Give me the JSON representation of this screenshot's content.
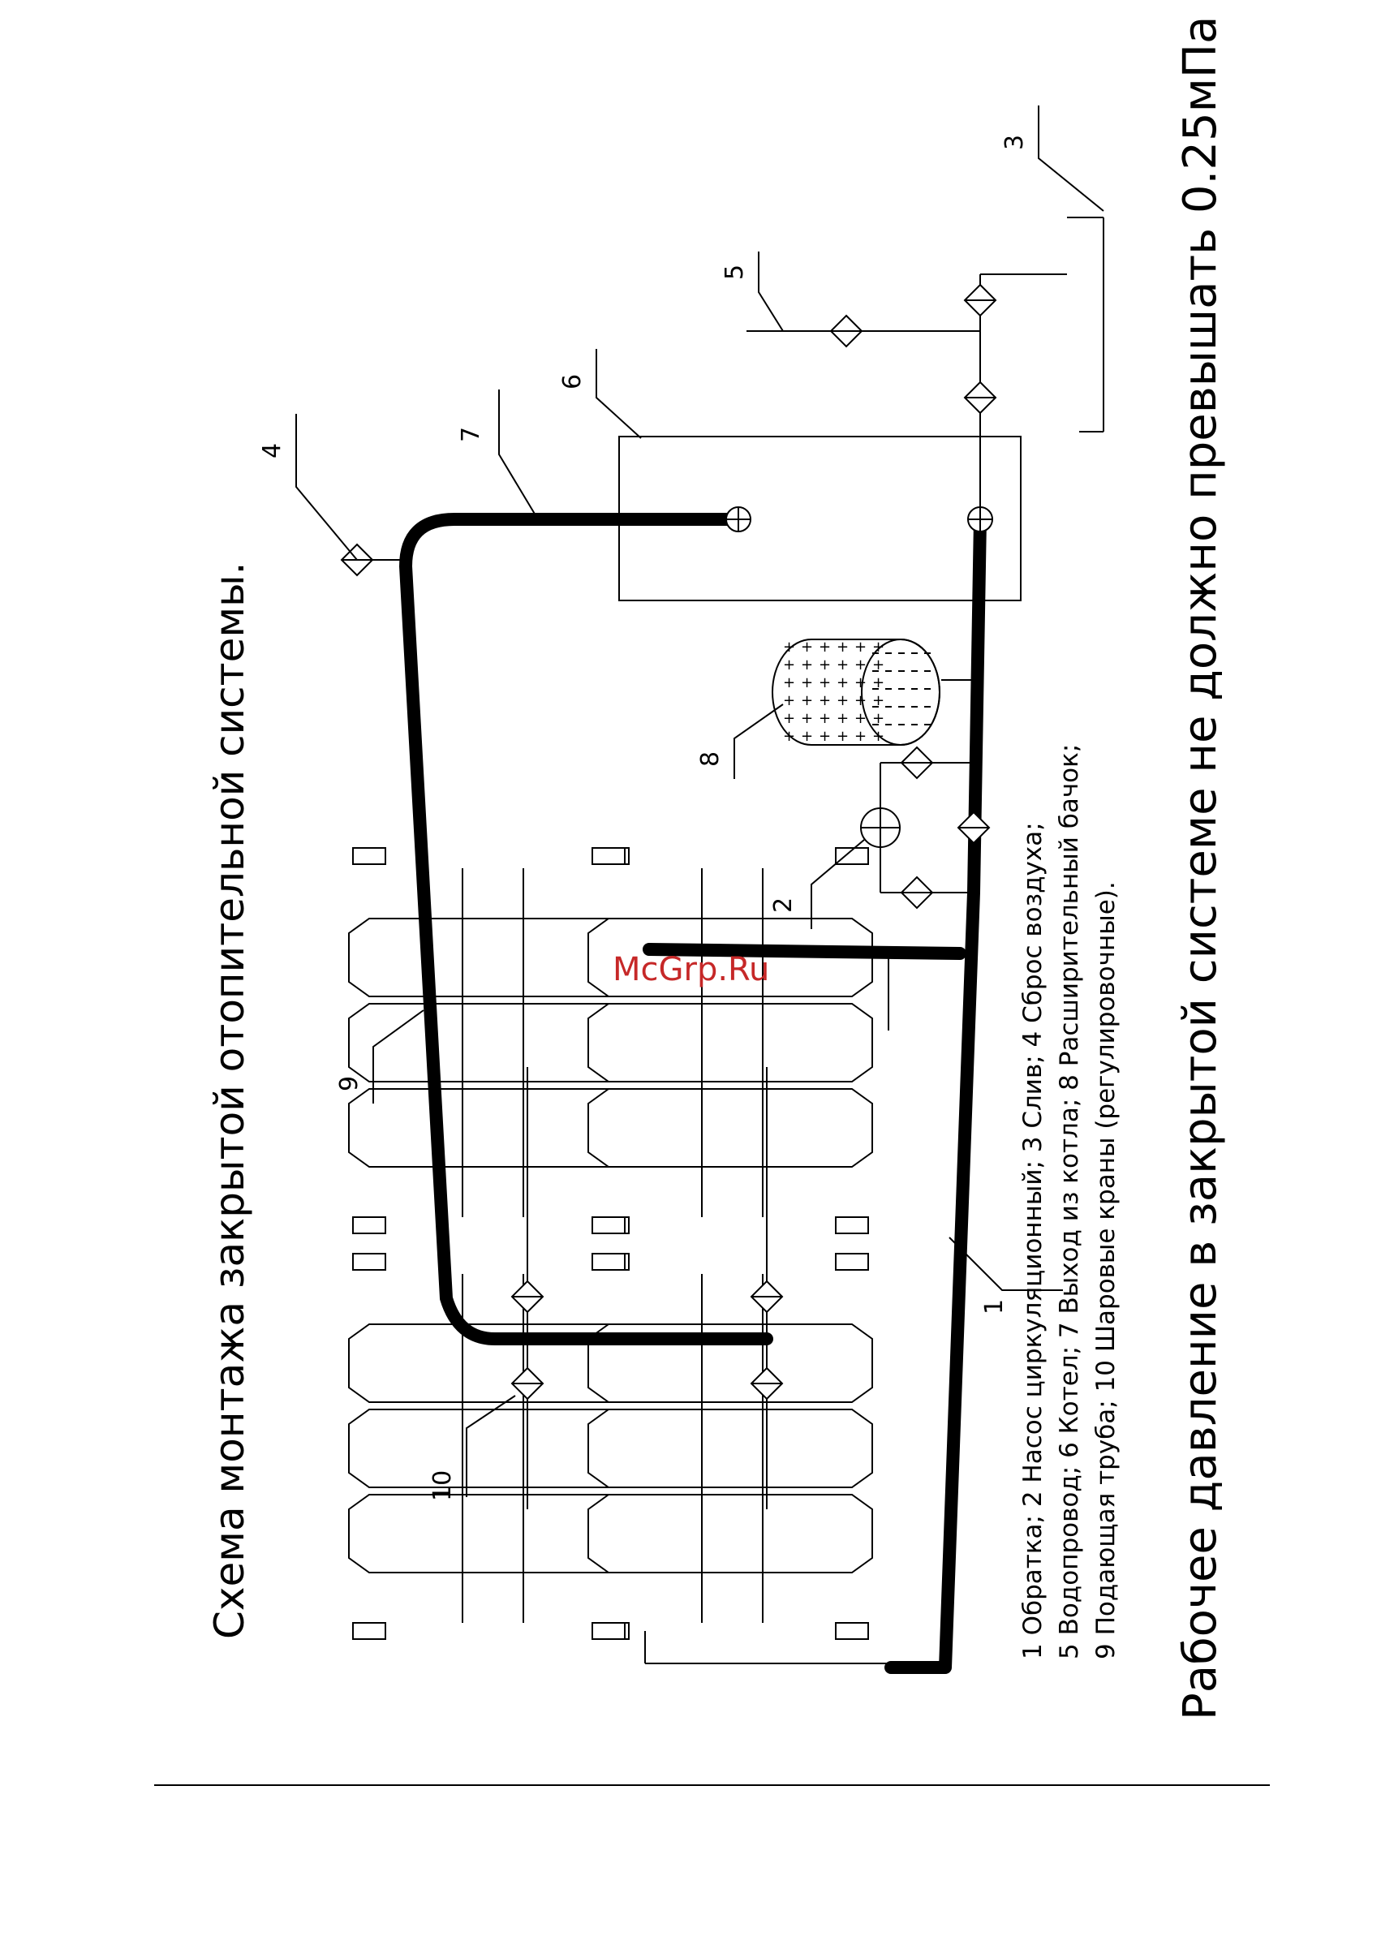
{
  "title": "Схема монтажа закрытой отопительной системы.",
  "legend": {
    "line1": "1  Обратка;  2  Насос циркуляционный;  3  Слив;  4  Сброс воздуха;",
    "line2": "5  Водопровод;  6  Котел;  7  Выход из котла;  8  Расширительный бачок;",
    "line3": "9  Подающая труба;  10  Шаровые краны (регулировочные)."
  },
  "warning": "Рабочее давление в закрытой системе не должно превышать 0.25мПа",
  "watermark": "McGrp.Ru",
  "callouts": {
    "c1": "1",
    "c2": "2",
    "c3": "3",
    "c4": "4",
    "c5": "5",
    "c6": "6",
    "c7": "7",
    "c8": "8",
    "c9": "9",
    "c10": "10"
  }
}
